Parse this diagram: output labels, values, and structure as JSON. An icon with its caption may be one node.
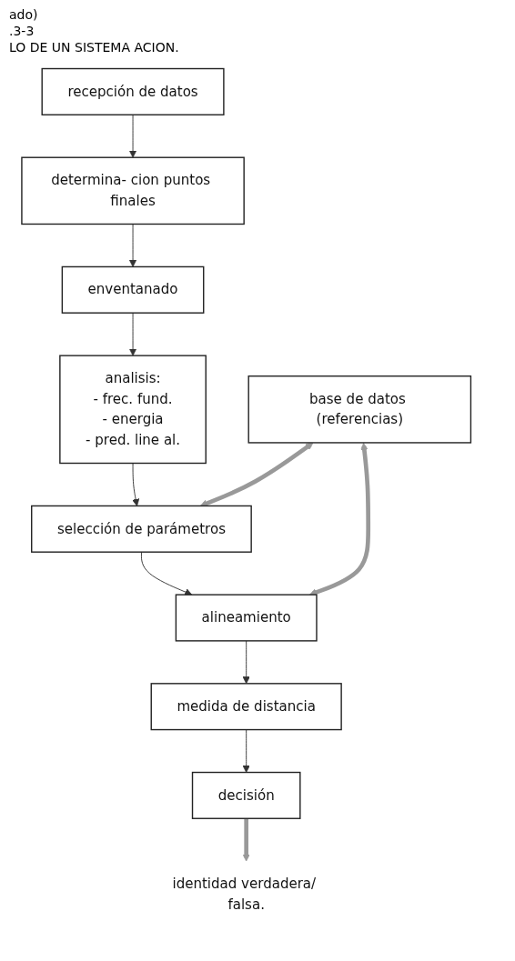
{
  "diagram": {
    "nodes": [
      {
        "text": [
          "recepción de datos"
        ]
      },
      {
        "text": [
          "determina- cion puntos finales"
        ]
      },
      {
        "text": [
          "enventanado"
        ]
      },
      {
        "text": [
          "analisis:",
          "- frec. fund.",
          "- energia",
          "- pred. line al."
        ]
      },
      {
        "text": [
          "selección de parámetros"
        ]
      },
      {
        "text": [
          "alineamiento"
        ]
      },
      {
        "text": [
          "medida de distancia"
        ]
      },
      {
        "text": [
          "decisión"
        ]
      },
      {
        "text": [
          "base de datos (referencias)"
        ]
      },
      {
        "text": [
          "identidad verdadera/ falsa."
        ]
      }
    ],
    "edges": [
      {
        "from": 0,
        "to": 1,
        "arrow": "to"
      },
      {
        "from": 1,
        "to": 2,
        "arrow": "to"
      },
      {
        "from": 2,
        "to": 3,
        "arrow": "to"
      },
      {
        "from": 3,
        "to": 4,
        "arrow": "to"
      },
      {
        "from": 4,
        "to": 5,
        "arrow": "to"
      },
      {
        "from": 5,
        "to": 6,
        "arrow": "to"
      },
      {
        "from": 6,
        "to": 7,
        "arrow": "to"
      },
      {
        "from": 8,
        "to": 4,
        "arrow": "both",
        "style": "thick",
        "color": "#999999"
      },
      {
        "from": 8,
        "to": 5,
        "arrow": "both",
        "style": "thick",
        "color": "#999999"
      },
      {
        "from": 7,
        "to": 9,
        "arrow": "to",
        "style": "thick",
        "color": "#999999"
      }
    ],
    "labels": [
      "ado)",
      ".3-3",
      "LO DE UN SISTEMA ACION."
    ]
  }
}
